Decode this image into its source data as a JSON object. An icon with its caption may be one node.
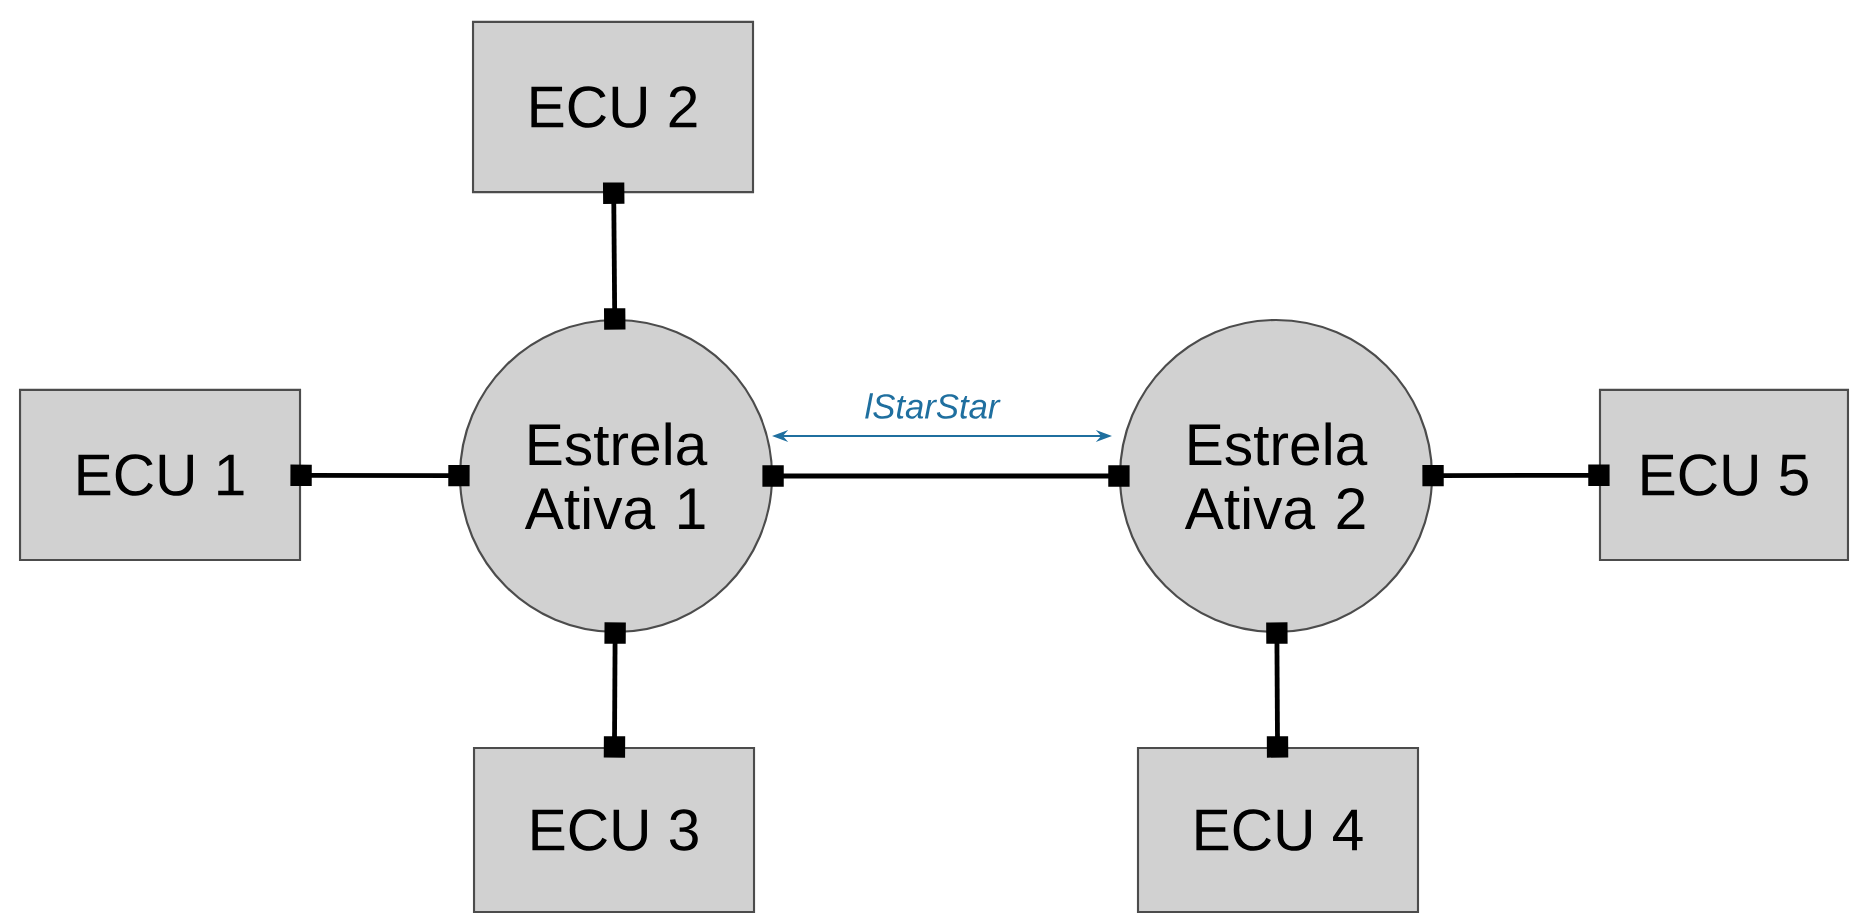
{
  "diagram": {
    "nodes": [
      {
        "text": [
          "ECU 2"
        ]
      },
      {
        "text": [
          "ECU 1"
        ]
      },
      {
        "text": [
          "Estrela Ativa 1"
        ]
      },
      {
        "text": [
          "Estrela Ativa 2"
        ]
      },
      {
        "text": [
          "ECU 5"
        ]
      },
      {
        "text": [
          "ECU 3"
        ]
      },
      {
        "text": [
          "ECU 4"
        ]
      }
    ],
    "edges": [
      {
        "from": 0,
        "to": 2,
        "arrow": "other"
      },
      {
        "from": 1,
        "to": 2,
        "arrow": "other"
      },
      {
        "from": 2,
        "to": 3,
        "arrow": "other"
      },
      {
        "from": 3,
        "to": 4,
        "arrow": "other"
      },
      {
        "from": 2,
        "to": 5,
        "arrow": "other"
      },
      {
        "from": 3,
        "to": 6,
        "arrow": "other"
      }
    ],
    "labels": [
      "lStarStar"
    ]
  }
}
